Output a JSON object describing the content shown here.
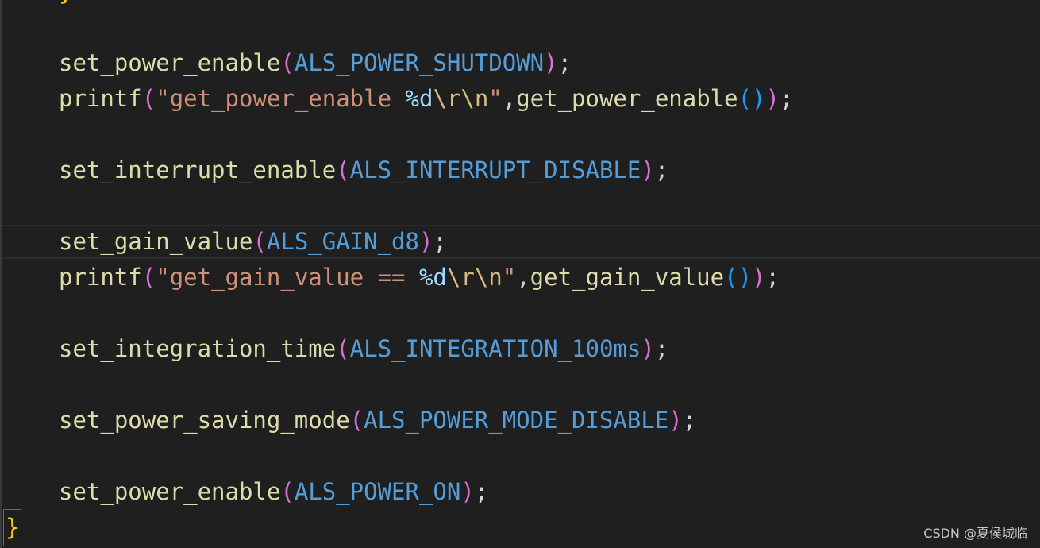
{
  "editor": {
    "top_brace": "}",
    "bottom_brace": "}",
    "lines": [
      {
        "fn": "set_power_enable",
        "open": "(",
        "arg": "ALS_POWER_SHUTDOWN",
        "close": ")",
        "end": ";"
      },
      {
        "fn": "printf",
        "open": "(",
        "str1": "\"get_power_enable ",
        "fmt": "%d",
        "esc": "\\r\\n",
        "str2": "\"",
        "comma": ",",
        "fn2": "get_power_enable",
        "inner": "()",
        "close": ")",
        "end": ";"
      },
      {
        "fn": "set_interrupt_enable",
        "open": "(",
        "arg": "ALS_INTERRUPT_DISABLE",
        "close": ")",
        "end": ";"
      },
      {
        "fn": "set_gain_value",
        "open": "(",
        "arg": "ALS_GAIN_d8",
        "close": ")",
        "end": ";"
      },
      {
        "fn": "printf",
        "open": "(",
        "str1": "\"get_gain_value == ",
        "fmt": "%d",
        "esc": "\\r\\n",
        "str2": "\"",
        "comma": ",",
        "fn2": "get_gain_value",
        "inner": "()",
        "close": ")",
        "end": ";"
      },
      {
        "fn": "set_integration_time",
        "open": "(",
        "arg": "ALS_INTEGRATION_100ms",
        "close": ")",
        "end": ";"
      },
      {
        "fn": "set_power_saving_mode",
        "open": "(",
        "arg": "ALS_POWER_MODE_DISABLE",
        "close": ")",
        "end": ";"
      },
      {
        "fn": "set_power_enable",
        "open": "(",
        "arg": "ALS_POWER_ON",
        "close": ")",
        "end": ";"
      }
    ]
  },
  "watermark": "CSDN @夏侯城临",
  "colors": {
    "background": "#1f1f1f",
    "function": "#dcdcaa",
    "constant": "#569cd6",
    "string": "#ce9178",
    "bracket_outer": "#da70d6",
    "bracket_inner": "#179fff",
    "brace": "#ffd700"
  }
}
